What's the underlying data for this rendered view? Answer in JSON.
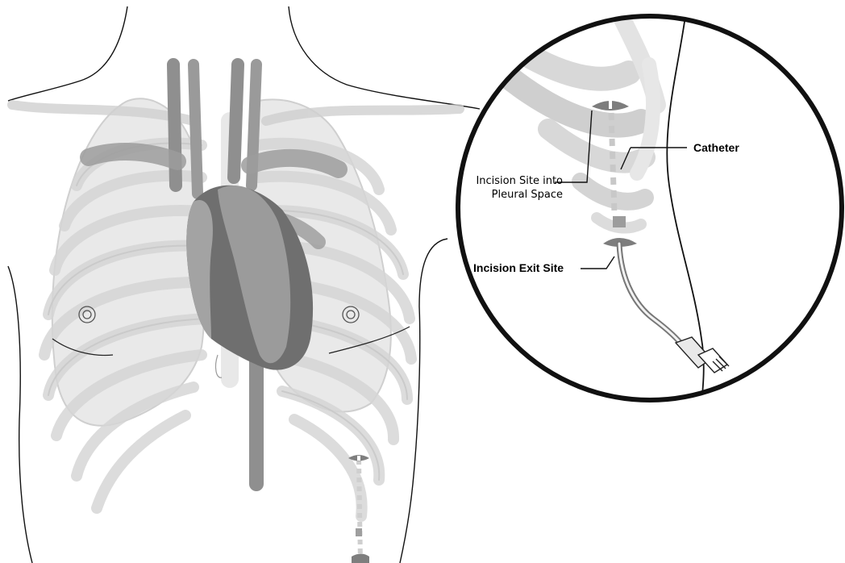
{
  "labels": {
    "catheter": "Catheter",
    "incision_into_line1": "Incision Site into",
    "incision_into_line2": "Pleural Space",
    "incision_exit": "Incision Exit Site"
  },
  "colors": {
    "lung": "#e9e9e9",
    "lung_outline": "#cfcfcf",
    "rib": "#d8d8d8",
    "rib_dark": "#c4c4c4",
    "vessel": "#8a8a8a",
    "heart_light": "#9b9b9b",
    "heart_dark": "#6d6d6d",
    "outline": "#111111",
    "callout_border": "#111111"
  },
  "icons": [
    "nipple-left-icon",
    "nipple-right-icon",
    "incision-site-icon",
    "catheter-connector-icon"
  ]
}
